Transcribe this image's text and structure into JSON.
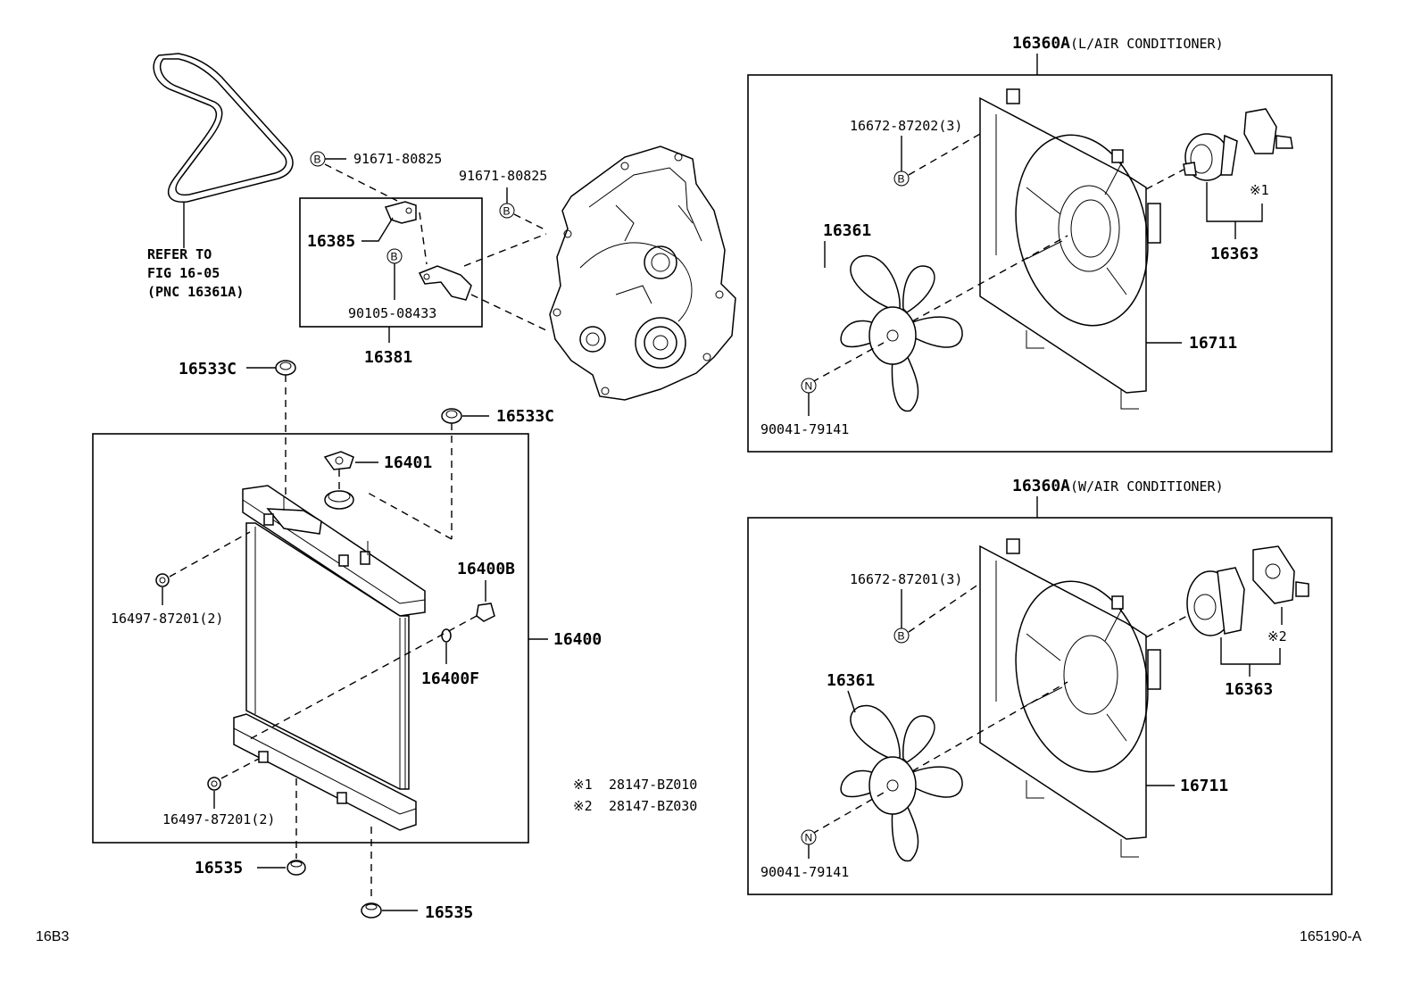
{
  "belt": {
    "refer_line1": "REFER TO",
    "refer_line2": "FIG 16-05",
    "refer_line3": "(PNC 16361A)"
  },
  "bracket_group": {
    "bolt_top": "91671-80825",
    "bolt_right": "91671-80825",
    "bracket": "16385",
    "bolt_lower": "90105-08433",
    "assembly": "16381"
  },
  "radiator_group": {
    "cushion_top_left": "16533C",
    "cushion_top_right": "16533C",
    "cap": "16401",
    "drain_cock": "16400B",
    "drain_plug_gasket": "16400F",
    "radiator": "16400",
    "clip_upper": "16497-87201(2)",
    "clip_lower": "16497-87201(2)",
    "cushion_bottom_left": "16535",
    "cushion_bottom_right": "16535"
  },
  "notes": {
    "note1_mark": "※1",
    "note1_part": "28147-BZ010",
    "note2_mark": "※2",
    "note2_part": "28147-BZ030"
  },
  "fan_top": {
    "title_pnc": "16360A",
    "title_desc": "(L/AIR CONDITIONER)",
    "screw": "16672-87202(3)",
    "fan": "16361",
    "nut": "90041-79141",
    "motor": "16363",
    "mark": "※1",
    "shroud": "16711"
  },
  "fan_bottom": {
    "title_pnc": "16360A",
    "title_desc": "(W/AIR CONDITIONER)",
    "screw": "16672-87201(3)",
    "fan": "16361",
    "nut": "90041-79141",
    "motor": "16363",
    "mark": "※2",
    "shroud": "16711"
  },
  "symbols": {
    "bolt": "B",
    "nut": "N"
  },
  "footer": {
    "left": "16B3",
    "right": "165190-A"
  }
}
